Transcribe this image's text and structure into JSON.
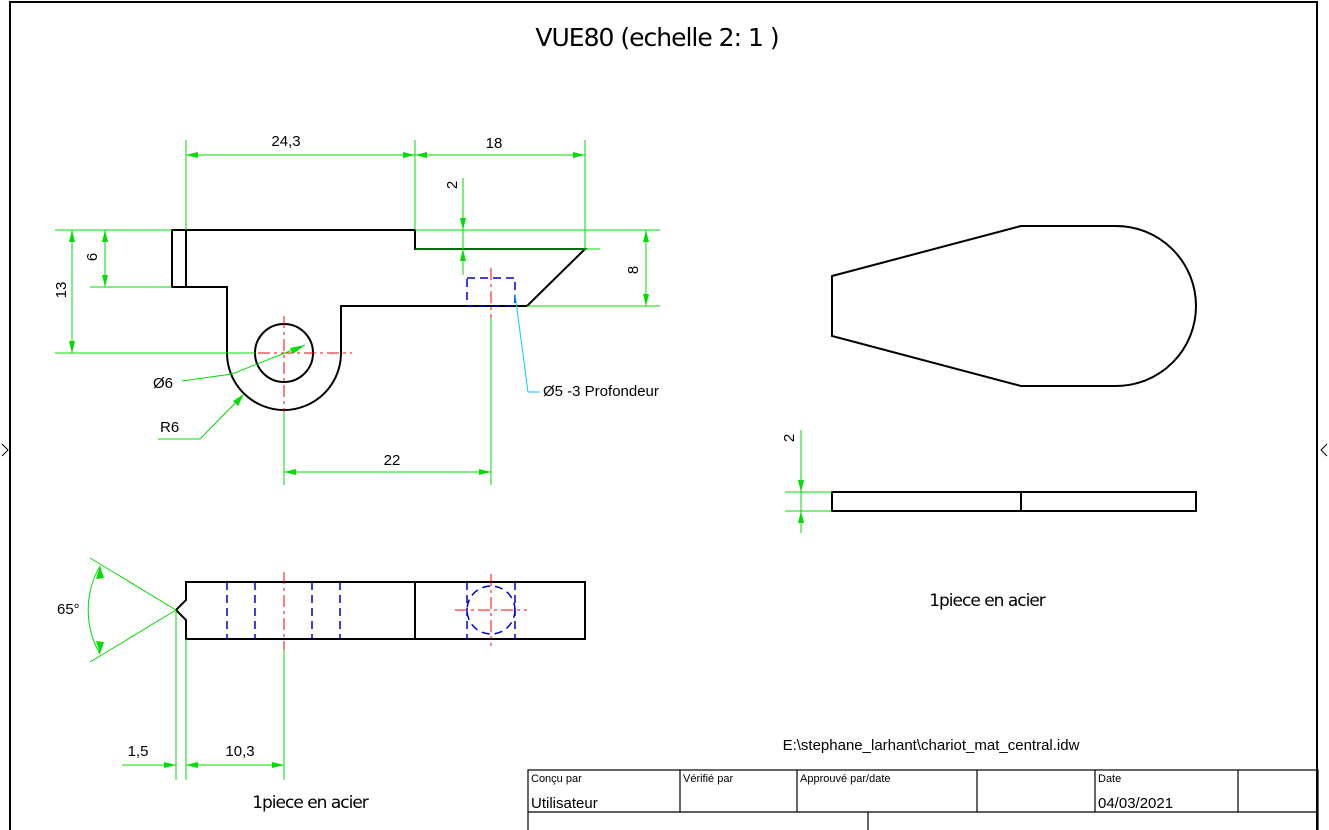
{
  "drawing": {
    "title": "VUE80 (echelle 2: 1 )",
    "file_path": "E:\\stephane_larhant\\chariot_mat_central.idw",
    "note_left": "1piece en acier",
    "note_right": "1piece en acier"
  },
  "dimensions": {
    "top_length_left": "24,3",
    "top_length_right": "18",
    "step_depth": "2",
    "height_total": "13",
    "height_step": "6",
    "right_height": "8",
    "hole_diameter": "Ø6",
    "radius": "R6",
    "hole_spacing": "22",
    "blind_hole": "Ø5 -3 Profondeur",
    "angle": "65°",
    "groove": "1,5",
    "offset": "10,3",
    "thickness": "2"
  },
  "title_block": {
    "designed_label": "Conçu par",
    "designed_value": "Utilisateur",
    "checked_label": "Vérifié par",
    "approved_label": "Approuvé par/date",
    "date_label": "Date",
    "date_value": "04/03/2021"
  },
  "colors": {
    "outline": "#000000",
    "dimension": "#00dd00",
    "centerline": "#ff0000",
    "hidden": "#0000cc",
    "leader": "#00ccff"
  }
}
